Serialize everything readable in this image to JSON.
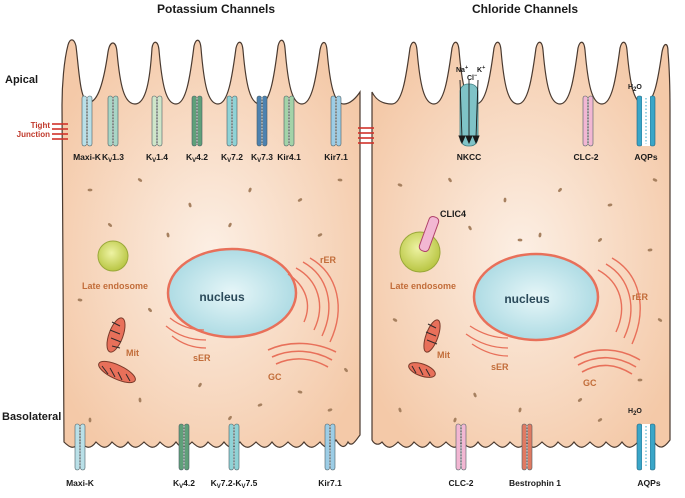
{
  "titles": {
    "left": "Potassium Channels",
    "right": "Chloride Channels"
  },
  "sides": {
    "apical": "Apical",
    "basolateral": "Basolateral",
    "tight_junction": [
      "Tight",
      "Junction"
    ]
  },
  "left_apical": [
    {
      "pre": "Maxi-K",
      "sub": "",
      "post": "",
      "color": "#b9e0e8"
    },
    {
      "pre": "K",
      "sub": "V",
      "post": "1.3",
      "color": "#a9d6c6"
    },
    {
      "pre": "K",
      "sub": "V",
      "post": "1.4",
      "color": "#cfe6c9"
    },
    {
      "pre": "K",
      "sub": "V",
      "post": "4.2",
      "color": "#5fa07a"
    },
    {
      "pre": "K",
      "sub": "V",
      "post": "7.2",
      "color": "#8fd3d6"
    },
    {
      "pre": "K",
      "sub": "V",
      "post": "7.3",
      "color": "#4c82b0"
    },
    {
      "pre": "Kir4.1",
      "sub": "",
      "post": "",
      "color": "#a3d3a8"
    },
    {
      "pre": "Kir7.1",
      "sub": "",
      "post": "",
      "color": "#9ccde6"
    }
  ],
  "left_basal": [
    {
      "pre": "Maxi-K",
      "sub": "",
      "post": "",
      "color": "#b9e0e8"
    },
    {
      "pre": "K",
      "sub": "V",
      "post": "4.2",
      "color": "#5fa07a"
    },
    {
      "pre": "K",
      "sub": "V",
      "post": "7.2-K",
      "sub2": "V",
      "post2": "7.5",
      "color": "#8fd3d6"
    },
    {
      "pre": "Kir7.1",
      "sub": "",
      "post": "",
      "color": "#9ccde6"
    }
  ],
  "right_apical": {
    "nkcc": "NKCC",
    "na": "Na",
    "cl": "Cl",
    "k": "K",
    "clc2": "CLC-2",
    "aqps": "AQPs",
    "h2o_h": "H",
    "h2o_2": "2",
    "h2o_o": "O",
    "colors": {
      "nkcc": "#7fc3c7",
      "clc2": "#f2b7d3",
      "aqp": "#3aa6c8"
    }
  },
  "right_basal": {
    "clc2": "CLC-2",
    "bestrophin": "Bestrophin 1",
    "aqps": "AQPs",
    "h2o_h": "H",
    "h2o_2": "2",
    "h2o_o": "O",
    "colors": {
      "clc2": "#f2b7d3",
      "best": "#e07a62",
      "aqp": "#3aa6c8"
    }
  },
  "organelles": {
    "late_endosome": "Late endosome",
    "nucleus": "nucleus",
    "rer": "rER",
    "ser": "sER",
    "gc": "GC",
    "mit": "Mit",
    "clic4": "CLIC4"
  },
  "colors": {
    "cell_fill": "#f6d2b6",
    "cell_center": "#fbeee3",
    "cell_edge": "#4a3a30",
    "er": "#e8705a",
    "nucleus": "#c6eaef",
    "endosome": "#d6e06a",
    "granule": "#a6805f",
    "tj": "#d0322b"
  }
}
